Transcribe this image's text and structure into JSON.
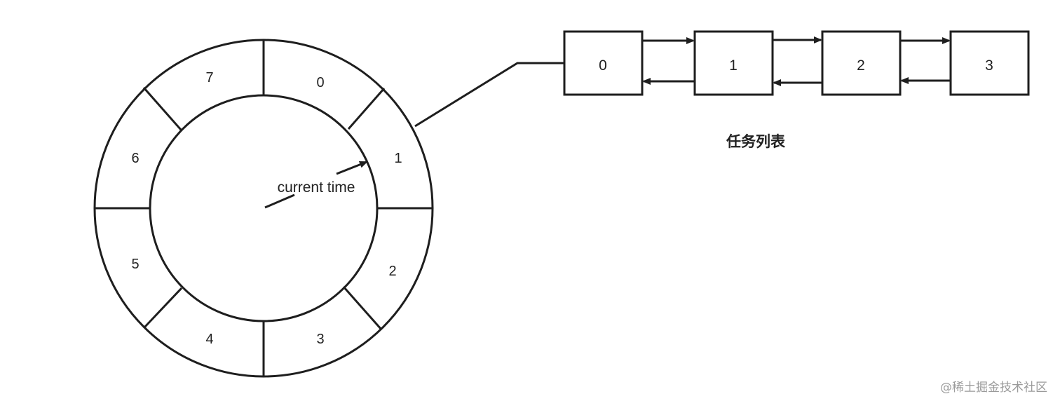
{
  "wheel": {
    "slots": [
      "0",
      "1",
      "2",
      "3",
      "4",
      "5",
      "6",
      "7"
    ],
    "pointer_label": "current time"
  },
  "task_list": {
    "nodes": [
      "0",
      "1",
      "2",
      "3"
    ],
    "caption": "任务列表"
  },
  "watermark": "@稀土掘金技术社区"
}
